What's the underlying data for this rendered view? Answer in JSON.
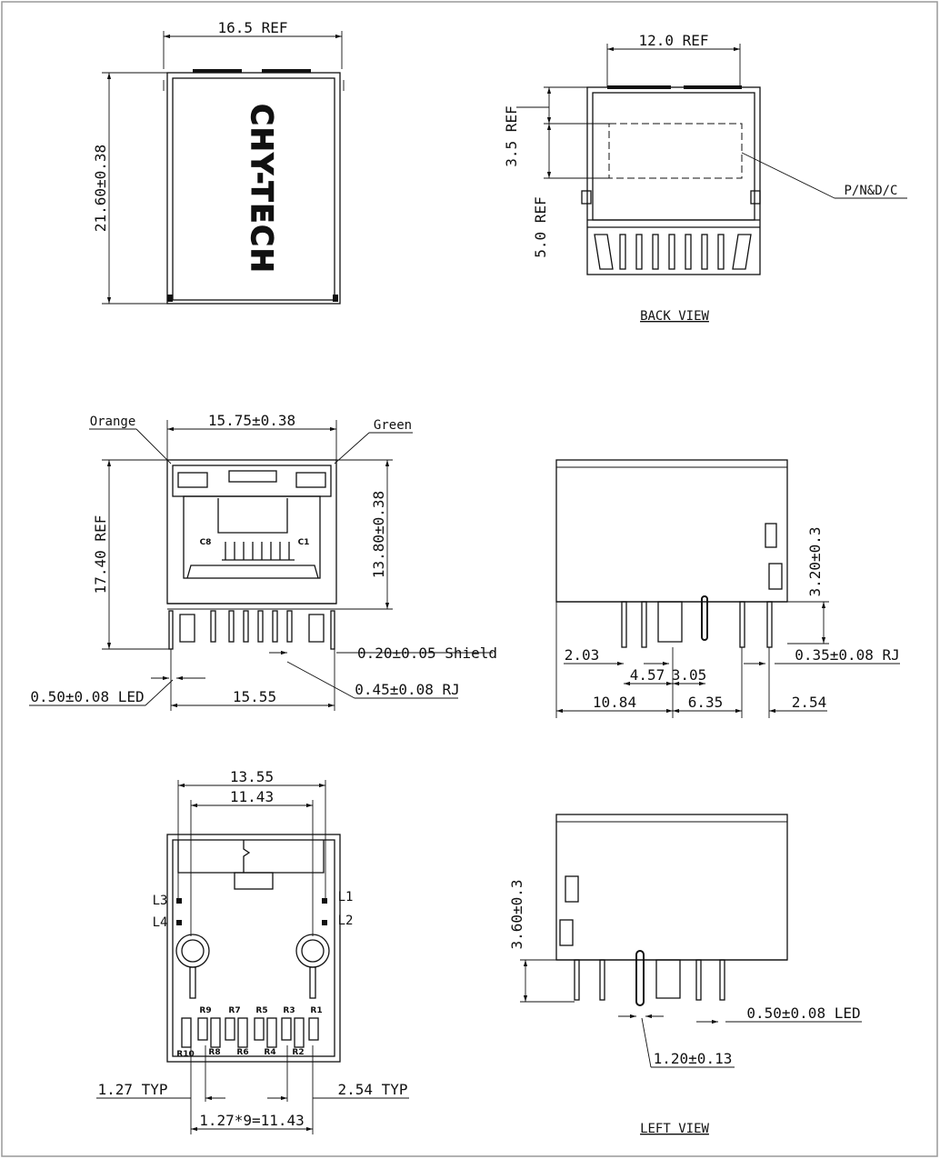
{
  "top_view": {
    "width": "16.5 REF",
    "height": "21.60±0.38",
    "logo": "CHY-TECH"
  },
  "back_view": {
    "width": "12.0 REF",
    "dim_a": "3.5 REF",
    "dim_b": "5.0 REF",
    "pn_label": "P/N&D/C",
    "title": "BACK VIEW"
  },
  "front_view": {
    "width": "15.75±0.38",
    "led_left": "Orange",
    "led_right": "Green",
    "height_ref": "17.40 REF",
    "height_body": "13.80±0.38",
    "pin_c8": "C8",
    "pin_c1": "C1",
    "shield": "0.20±0.05 Shield",
    "rj": "0.45±0.08 RJ",
    "led_pin": "0.50±0.08 LED",
    "base_width": "15.55"
  },
  "side_view": {
    "height": "3.20±0.3",
    "d1": "2.03",
    "d2": "4.57",
    "d3": "3.05",
    "rj": "0.35±0.08 RJ",
    "d4": "10.84",
    "d5": "6.35",
    "d6": "2.54"
  },
  "bottom_view": {
    "w1": "13.55",
    "w2": "11.43",
    "l3": "L3",
    "l4": "L4",
    "l1": "L1",
    "l2": "L2",
    "pins_top": [
      "R9",
      "R7",
      "R5",
      "R3",
      "R1"
    ],
    "pins_bottom": [
      "R10",
      "R8",
      "R6",
      "R4",
      "R2"
    ],
    "typ1": "1.27 TYP",
    "typ2": "2.54 TYP",
    "pitch": "1.27*9=11.43"
  },
  "left_view": {
    "height": "3.60±0.3",
    "led": "0.50±0.08 LED",
    "pin": "1.20±0.13",
    "title": "LEFT VIEW"
  }
}
